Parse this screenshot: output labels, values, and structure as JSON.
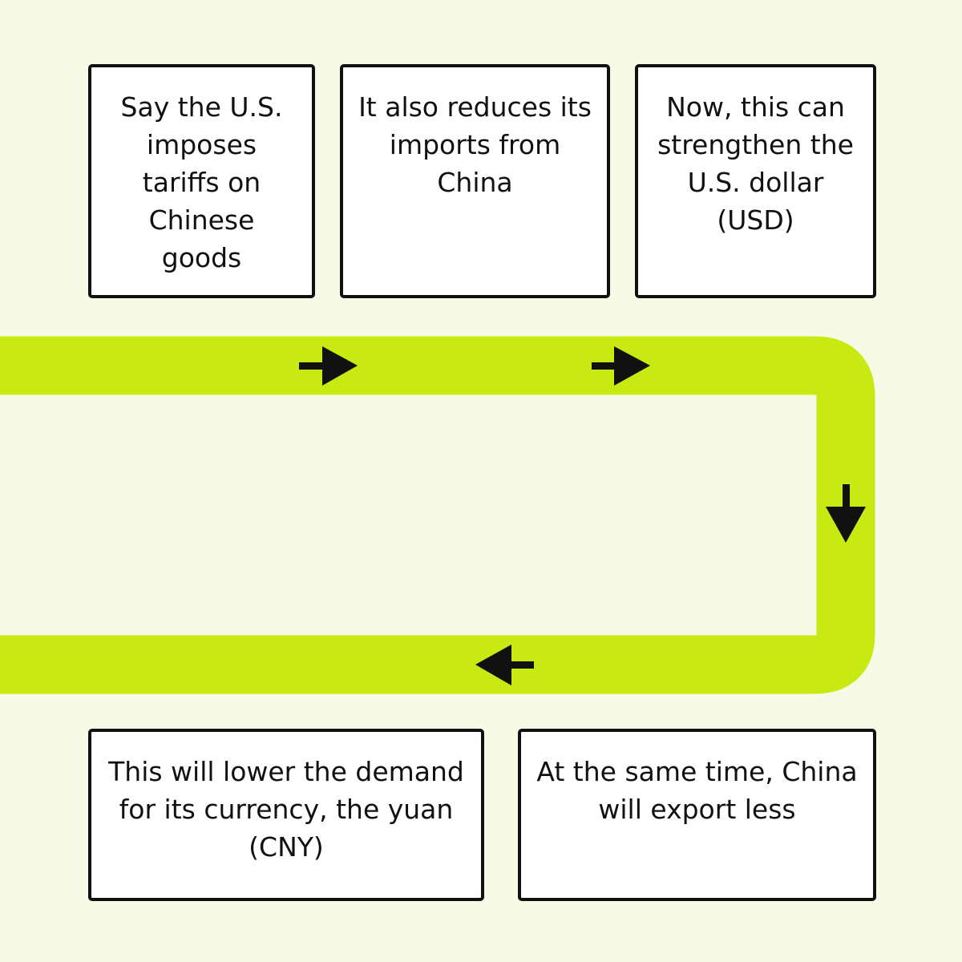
{
  "colors": {
    "background": "#f7fbe6",
    "flow_path": "#c8ea12",
    "box_fill": "#ffffff",
    "box_border": "#111111",
    "arrow": "#111111",
    "text": "#111111"
  },
  "steps": [
    {
      "text": "Say the U.S. imposes tariffs on Chinese goods"
    },
    {
      "text": "It also reduces its imports from China"
    },
    {
      "text": "Now, this can strengthen the U.S. dollar (USD)"
    },
    {
      "text": "This will lower the demand for its currency, the yuan (CNY)"
    },
    {
      "text": "At the same time, China will export less"
    }
  ],
  "arrows": [
    {
      "direction": "right"
    },
    {
      "direction": "right"
    },
    {
      "direction": "down"
    },
    {
      "direction": "left"
    }
  ]
}
